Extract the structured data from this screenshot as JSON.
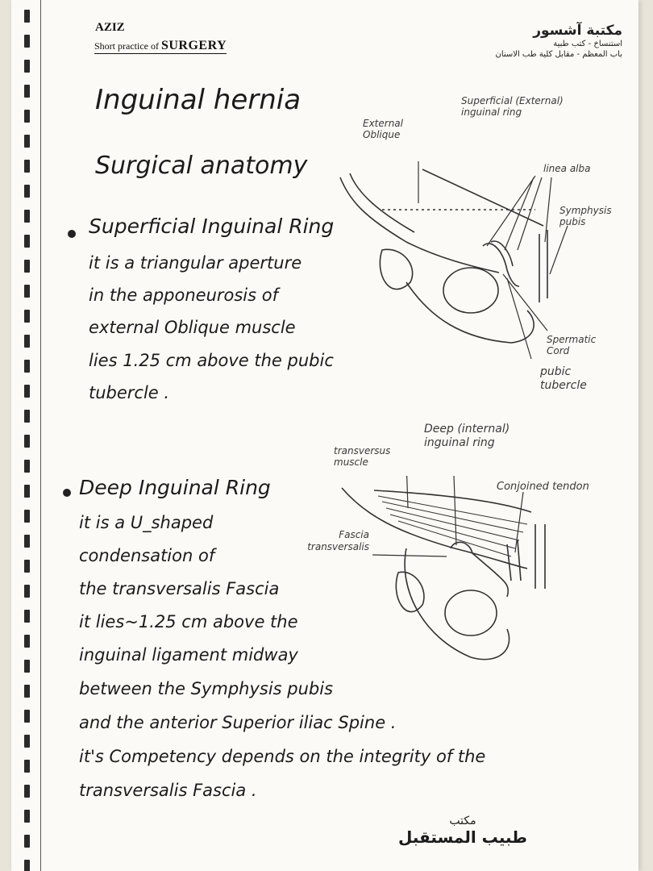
{
  "header": {
    "title": "AZIZ",
    "subtitle_prefix": "Short practice of",
    "subtitle_bold": "SURGERY",
    "stamp": {
      "line1": "مكتبة آشسور",
      "line2": "استنساخ - كتب طبية",
      "line3": "باب المعظم - مقابل كلية طب الاسنان"
    }
  },
  "title": "Inguinal hernia",
  "subtitle": "Surgical anatomy",
  "section1": {
    "heading": "Superficial Inguinal Ring",
    "lines": [
      "it is a triangular aperture",
      "in the apponeurosis of",
      "external Oblique muscle",
      "lies 1.25 cm above the pubic",
      "tubercle ."
    ],
    "figure_labels": {
      "external_oblique": [
        "External",
        "Oblique"
      ],
      "superficial_ring": [
        "Superficial (External)",
        "inguinal ring"
      ],
      "linea_alba": "linea alba",
      "symphysis_pubis": [
        "Symphysis",
        "pubis"
      ],
      "spermatic_cord": [
        "Spermatic",
        "Cord"
      ],
      "pubic_tubercle": [
        "pubic",
        "tubercle"
      ]
    }
  },
  "section2": {
    "heading": "Deep Inguinal Ring",
    "lines": [
      "it is a U_shaped",
      "condensation of",
      "the transversalis Fascia",
      "it lies~1.25 cm above the",
      "inguinal ligament midway",
      "between the Symphysis pubis",
      "and the anterior Superior iliac Spine .",
      "it's Competency depends on the integrity of the",
      "transversalis Fascia ."
    ],
    "figure_labels": {
      "deep_ring": [
        "Deep (internal)",
        "inguinal ring"
      ],
      "transversus": [
        "transversus",
        "muscle"
      ],
      "conjoined_tendon": "Conjoined tendon",
      "fascia_transversalis": [
        "Fascia",
        "transversalis"
      ]
    }
  },
  "signature": {
    "line1": "مكتب",
    "line2": "طبيب المستقبل"
  }
}
